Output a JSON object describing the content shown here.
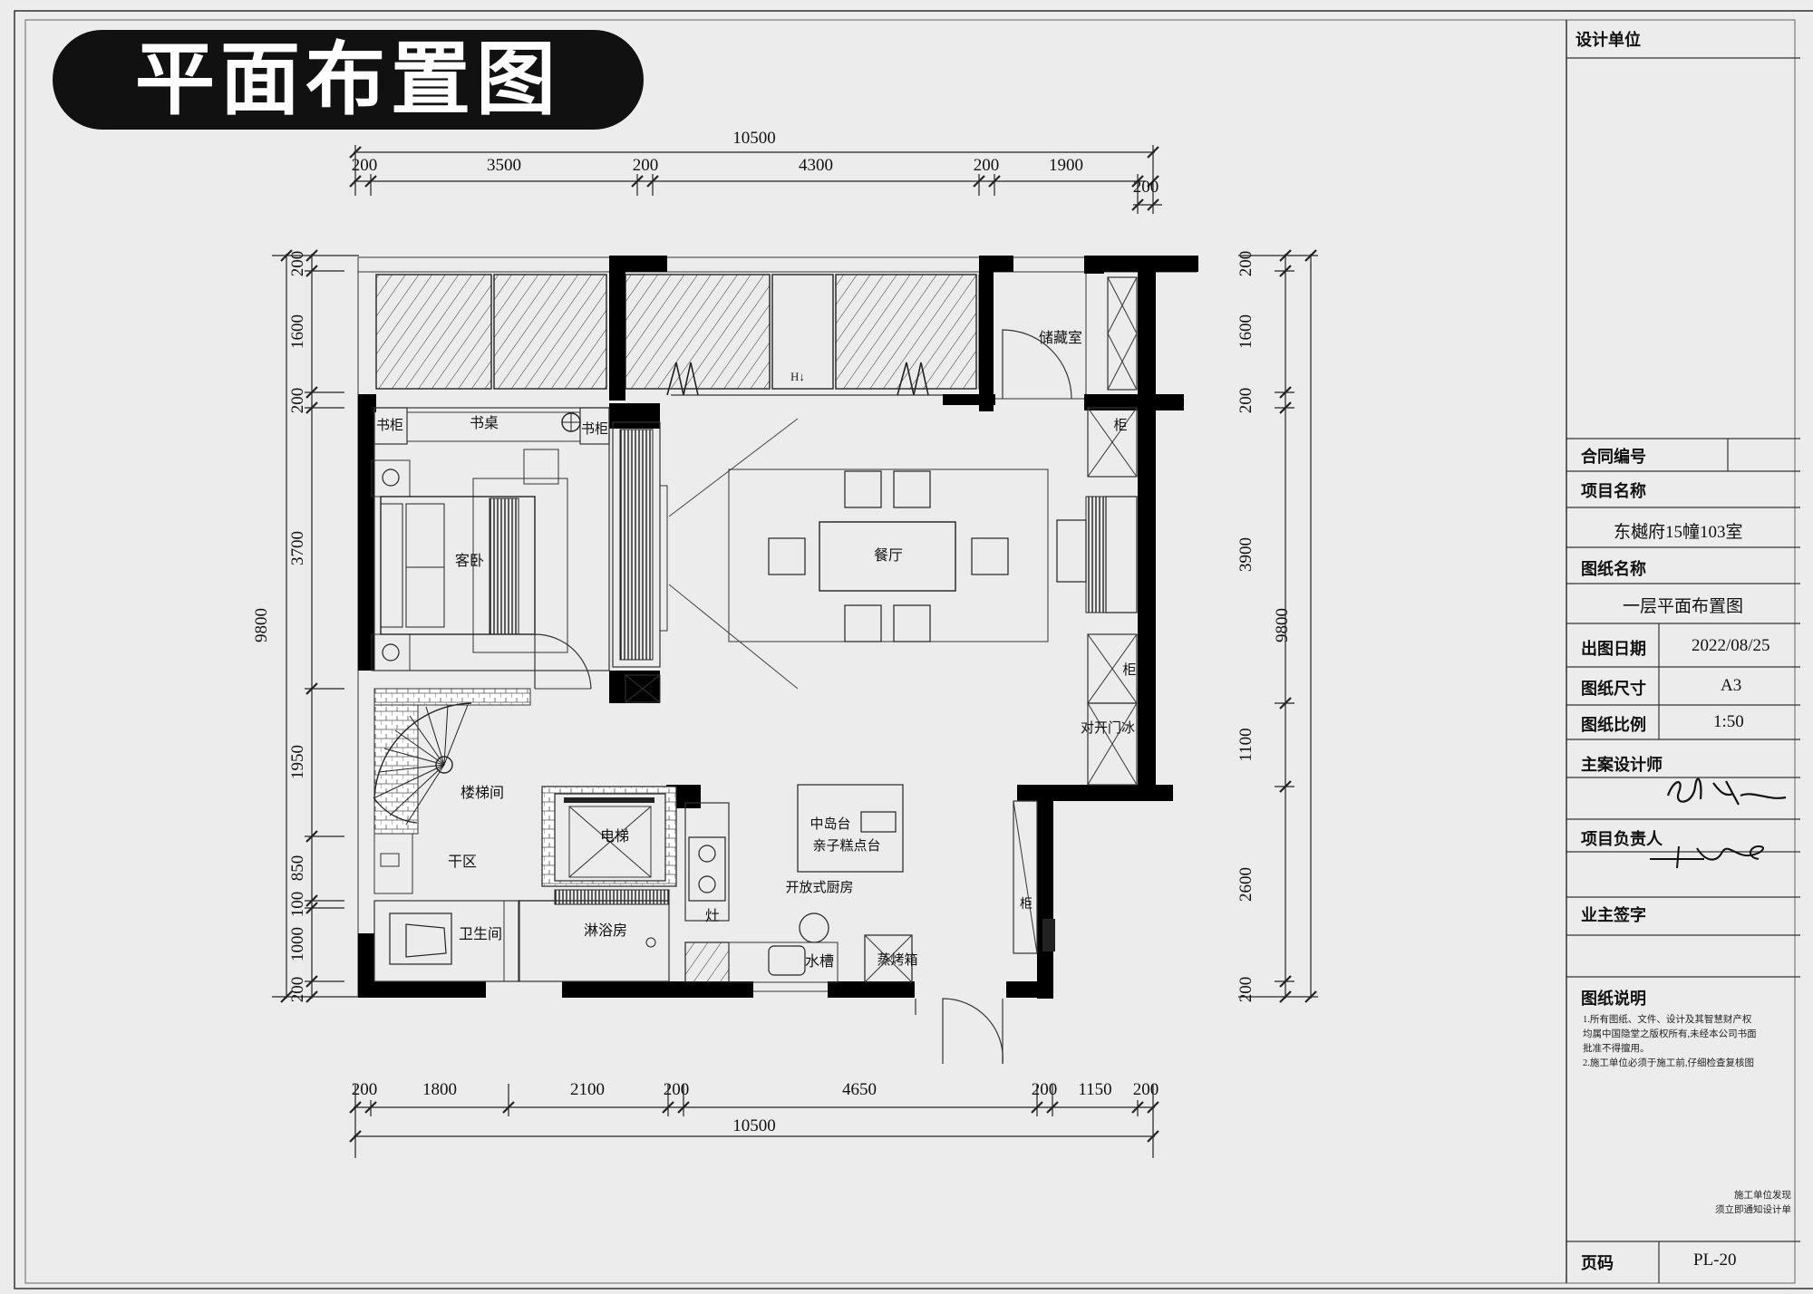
{
  "title": "平面布置图",
  "dims_top": {
    "total": "10500",
    "segments": [
      "200",
      "3500",
      "200",
      "4300",
      "200",
      "1900",
      "200"
    ]
  },
  "dims_bottom": {
    "total": "10500",
    "segments": [
      "200",
      "1800",
      "2100",
      "200",
      "4650",
      "200",
      "1150",
      "200"
    ]
  },
  "dims_left": {
    "total": "9800",
    "segments": [
      "200",
      "1600",
      "200",
      "3700",
      "1950",
      "850",
      "100",
      "1000",
      "200"
    ]
  },
  "dims_right": {
    "total": "9800",
    "segments": [
      "200",
      "1600",
      "200",
      "3900",
      "1100",
      "2600",
      "200"
    ]
  },
  "rooms": {
    "storage": "储藏室",
    "bookcase_left": "书柜",
    "desk": "书桌",
    "bookcase_right": "书柜",
    "guest_bedroom": "客卧",
    "dining": "餐厅",
    "cabinet_1": "柜",
    "cabinet_2": "柜",
    "fridge": "对开门冰",
    "stairwell": "楼梯间",
    "elevator": "电梯",
    "dry_area": "干区",
    "bathroom": "卫生间",
    "shower": "淋浴房",
    "stove": "灶",
    "island_1": "中岛台",
    "island_2": "亲子糕点台",
    "kitchen": "开放式厨房",
    "sink": "水槽",
    "oven": "蒸烤箱",
    "cabinet_3": "柜"
  },
  "title_block": {
    "design_unit_label": "设计单位",
    "contract_no_label": "合同编号",
    "project_name_label": "项目名称",
    "project_name": "东樾府15幢103室",
    "drawing_name_label": "图纸名称",
    "drawing_name": "一层平面布置图",
    "date_label": "出图日期",
    "date": "2022/08/25",
    "size_label": "图纸尺寸",
    "size": "A3",
    "scale_label": "图纸比例",
    "scale": "1:50",
    "chief_designer_label": "主案设计师",
    "project_lead_label": "项目负责人",
    "owner_sign_label": "业主签字",
    "notes_label": "图纸说明",
    "notes": [
      "1.所有图纸、文件、设计及其智慧财产权",
      "均属中国隐堂之版权所有,未经本公司书面",
      "批准不得擅用。",
      "2.施工单位必须于施工前,仔细检查复核图"
    ],
    "side_notes": [
      "施工单位发现",
      "须立即通知设计单"
    ],
    "page_label": "页码",
    "page": "PL-20"
  }
}
